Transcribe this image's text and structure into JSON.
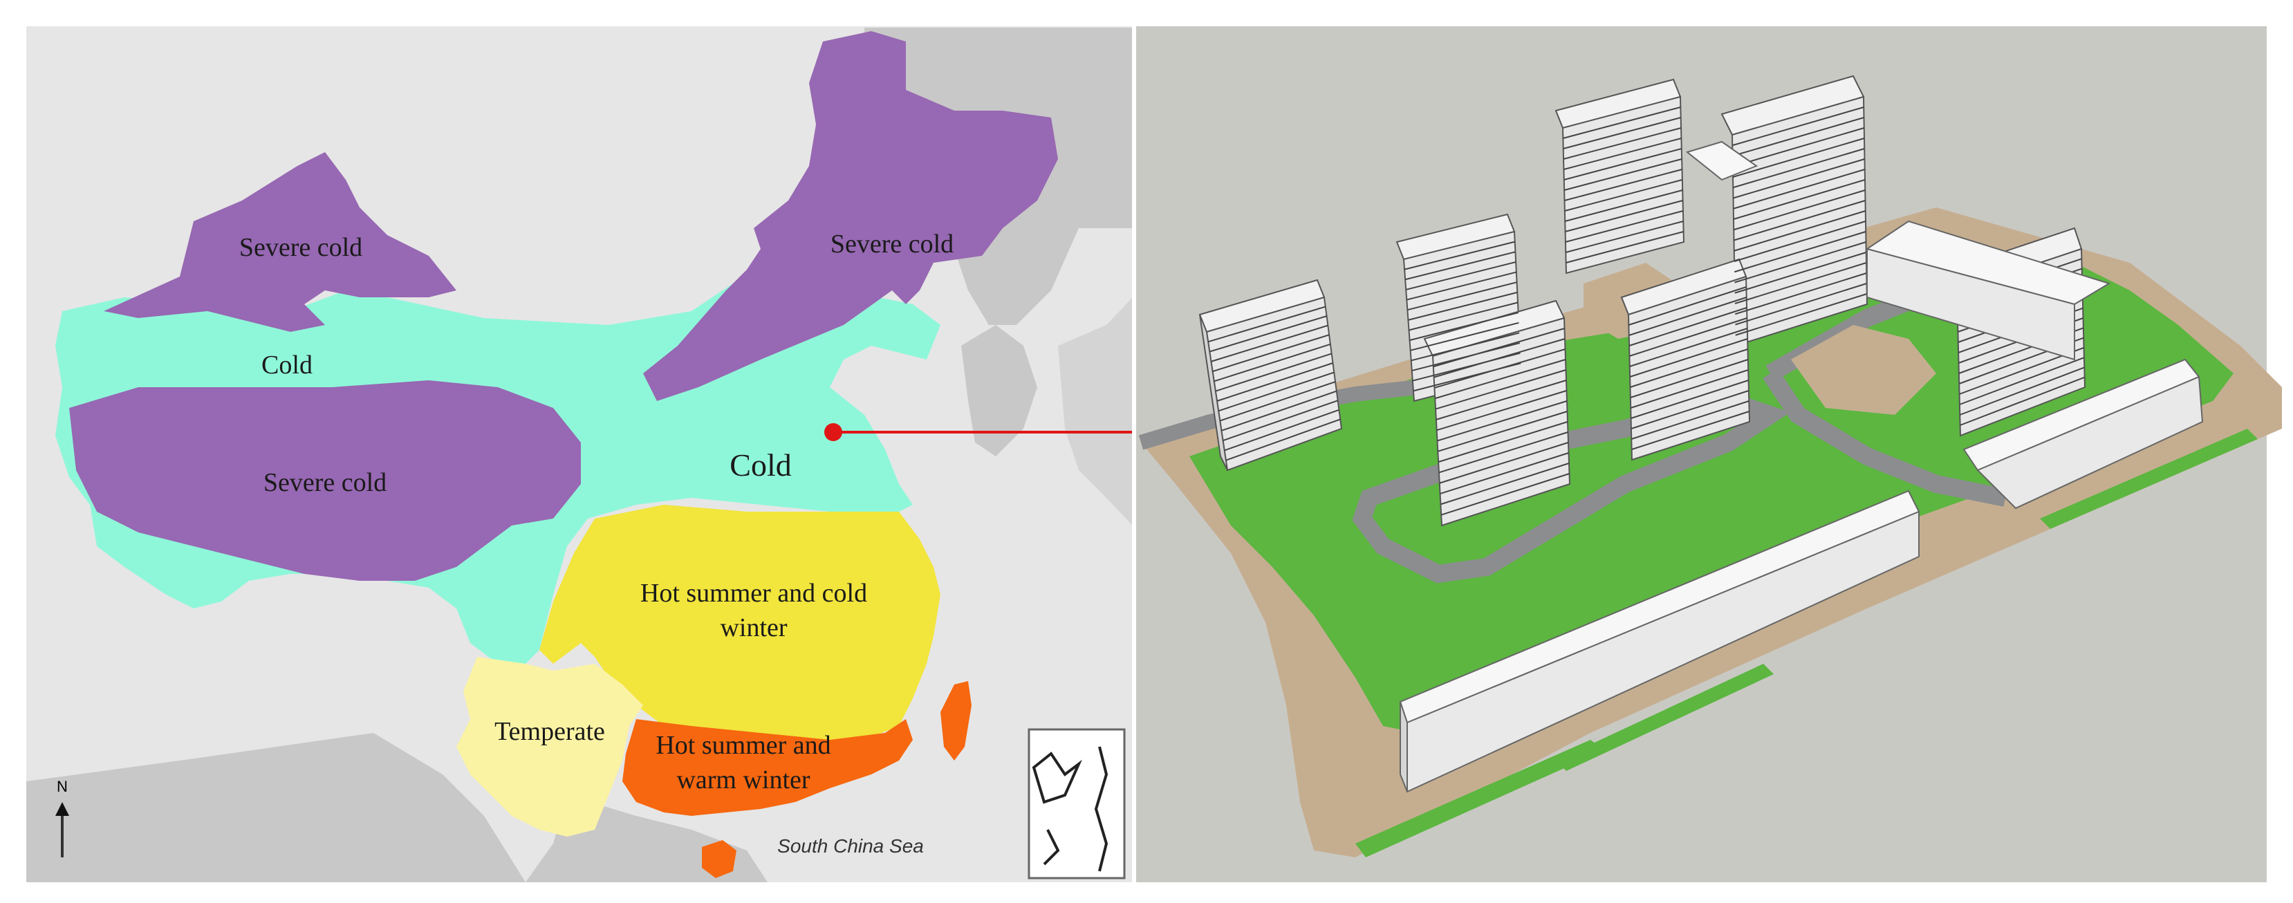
{
  "map": {
    "regions": [
      {
        "id": "severe-cold-west",
        "label": "Severe cold",
        "zone": "severe_cold"
      },
      {
        "id": "severe-cold-northeast",
        "label": "Severe cold",
        "zone": "severe_cold"
      },
      {
        "id": "cold-northwest",
        "label": "Cold",
        "zone": "cold"
      },
      {
        "id": "severe-cold-plateau",
        "label": "Severe cold",
        "zone": "severe_cold"
      },
      {
        "id": "cold-north",
        "label": "Cold",
        "zone": "cold"
      },
      {
        "id": "hot-summer-cold-winter",
        "label_lines": [
          "Hot summer and cold",
          "winter"
        ],
        "zone": "hscw"
      },
      {
        "id": "temperate",
        "label": "Temperate",
        "zone": "temperate"
      },
      {
        "id": "hot-summer-warm-winter",
        "label_lines": [
          "Hot summer and",
          "warm winter"
        ],
        "zone": "hsww"
      }
    ],
    "sea_label": "South China Sea",
    "north_arrow_label": "N",
    "colors": {
      "background": "#e6e6e6",
      "land_neighbors": "#c8c8c8",
      "severe_cold": "#9768b3",
      "cold": "#8ff7d9",
      "hscw": "#f2e53c",
      "temperate": "#fbf3a4",
      "hsww": "#f6670f",
      "marker": "#e01616"
    }
  },
  "model": {
    "colors": {
      "background": "#c9c9c4",
      "ground": "#c5ae90",
      "grass": "#5cb640",
      "road": "#8c8d8f",
      "building_top": "#f2f2f2",
      "building_side": "#dedede",
      "floor_line": "#444444"
    }
  }
}
